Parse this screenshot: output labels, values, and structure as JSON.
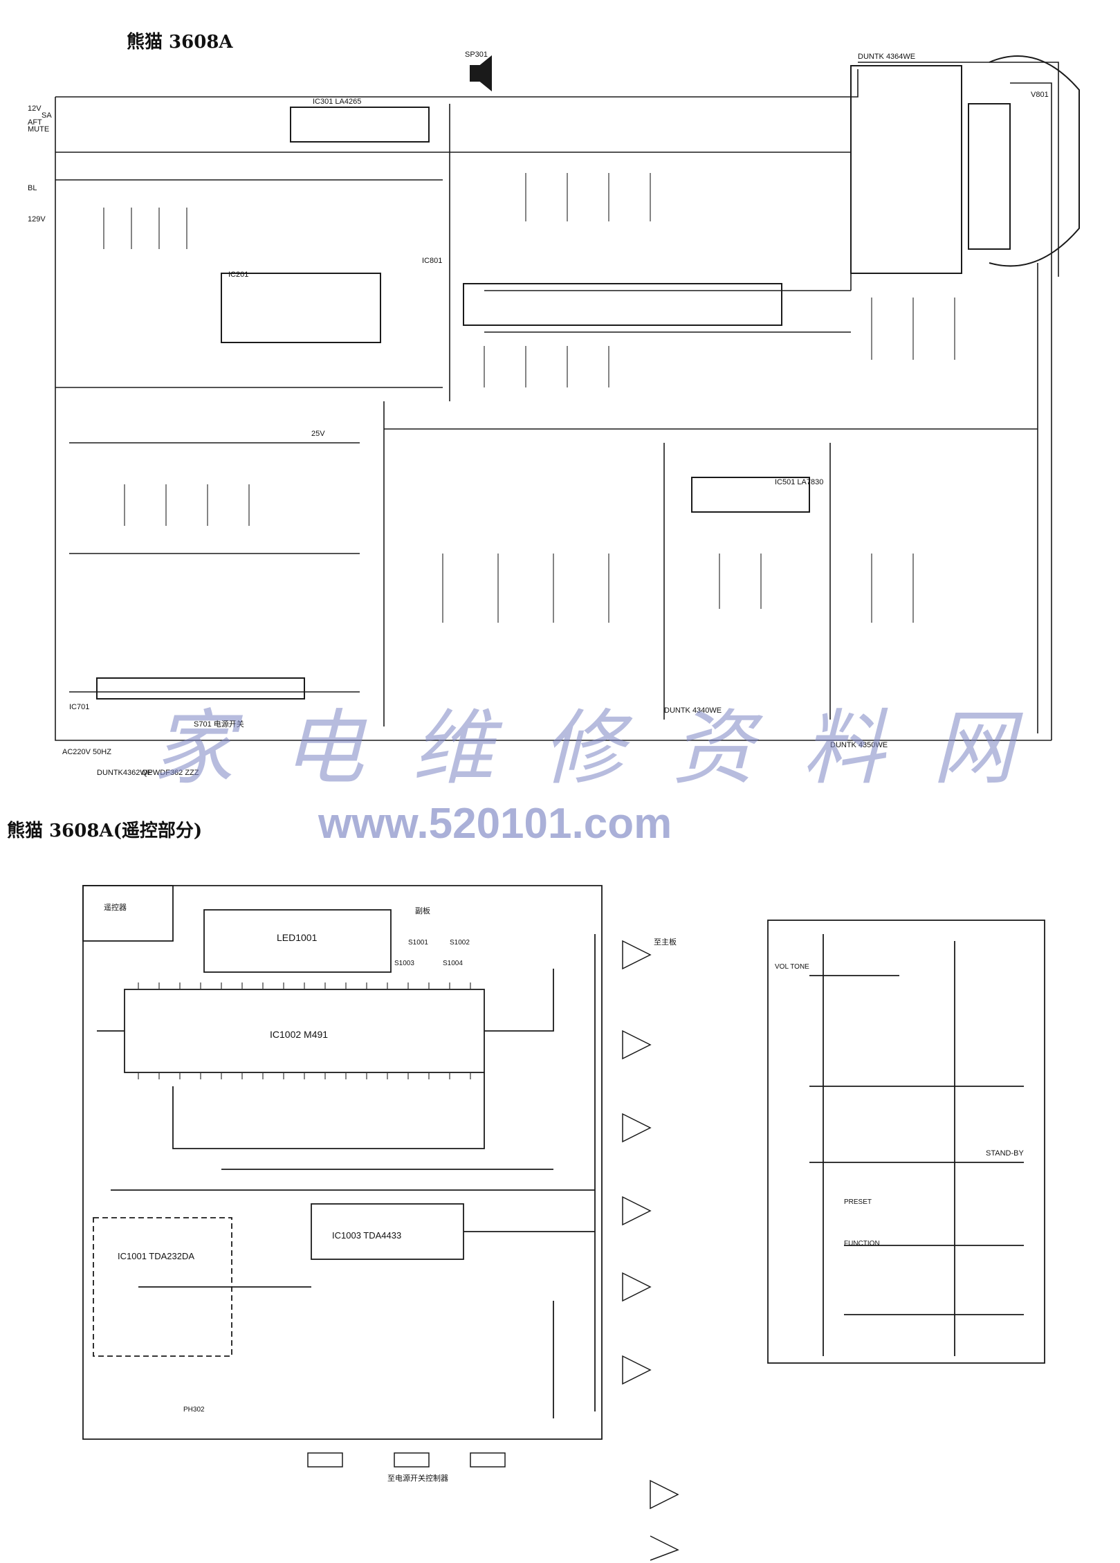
{
  "top": {
    "title": "熊猫 3608A",
    "ic_labels": [
      "IC301 LA4265",
      "IC201",
      "IC701",
      "IC501 LA7830",
      "IC801"
    ],
    "board_labels": [
      "DUNTK 4340WE",
      "DUNTK 4364WE",
      "QPWDF362 ZZZ",
      "DUNTK4362WE",
      "DUNTK 4350WE"
    ],
    "misc_labels": [
      "SP301",
      "SA",
      "MUTE",
      "12V",
      "AFT",
      "BL",
      "129V",
      "25V",
      "V801",
      "S701 电源开关",
      "AC220V 50HZ"
    ]
  },
  "watermark": {
    "chars": "家电维修资料网",
    "url": "www.520101.com"
  },
  "bottom": {
    "title": "熊猫 3608A(遥控部分)",
    "ic_labels": [
      "LED1001",
      "IC1002 M491",
      "IC1003 TDA4433",
      "IC1001 TDA232DA"
    ],
    "misc_labels": [
      "遥控器",
      "副板",
      "至主板",
      "S1001",
      "S1002",
      "S1003",
      "S1004",
      "PH302",
      "STAND-BY",
      "PRESET",
      "FUNCTION",
      "VOL TONE",
      "至电源开关控制器"
    ]
  }
}
